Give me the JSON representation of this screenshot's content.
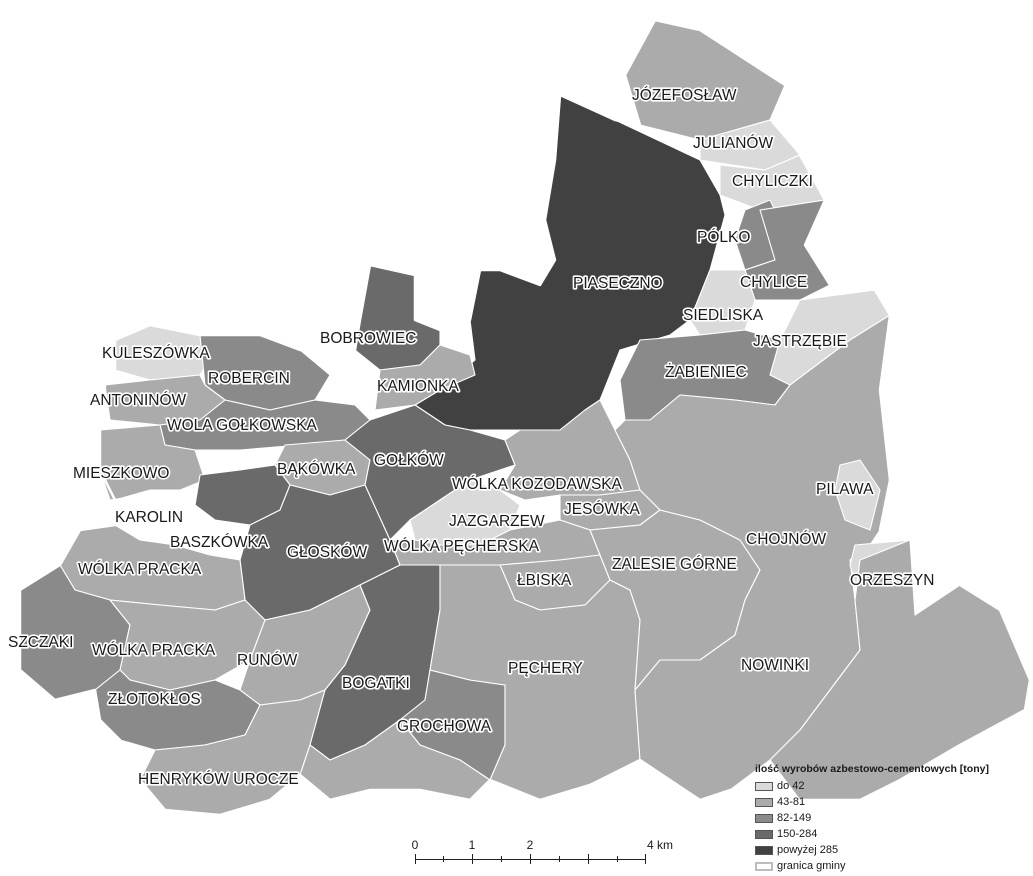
{
  "legend": {
    "title": "ilość wyrobów azbestowo-cementowych [tony]",
    "items": [
      {
        "label": "do 42",
        "color": "#dadada"
      },
      {
        "label": "43-81",
        "color": "#ababab"
      },
      {
        "label": "82-149",
        "color": "#8a8a8a"
      },
      {
        "label": "150-284",
        "color": "#6a6a6a"
      },
      {
        "label": "powyżej 285",
        "color": "#414141"
      }
    ],
    "boundary_label": "granica gminy"
  },
  "scale": {
    "ticks": [
      "0",
      "1",
      "2",
      "4 km"
    ]
  },
  "places": [
    "JÓZEFOSŁAW",
    "JULIANÓW",
    "CHYLICZKI",
    "PÓLKO",
    "PIASECZNO",
    "CHYLICE",
    "SIEDLISKA",
    "JASTRZĘBIE",
    "BOBROWIEC",
    "KULESZÓWKA",
    "KAMIONKA",
    "ROBERCIN",
    "ŻABIENIEC",
    "ANTONINÓW",
    "WOLA GOŁKOWSKA",
    "BĄKÓWKA",
    "GOŁKÓW",
    "MIESZKOWO",
    "WÓLKA KOZODAWSKA",
    "PILAWA",
    "KAROLIN",
    "JESÓWKA",
    "JAZGARZEW",
    "BASZKÓWKA",
    "CHOJNÓW",
    "GŁOSKÓW",
    "WÓLKA PĘCHERSKA",
    "WÓLKA PRACKA",
    "ZALESIE GÓRNE",
    "ORZESZYN",
    "ŁBISKA",
    "SZCZAKI",
    "WÓLKA PRACKA",
    "RUNÓW",
    "PĘCHERY",
    "NOWINKI",
    "BOGATKI",
    "ZŁOTOKŁOS",
    "GROCHOWA",
    "HENRYKÓW UROCZE"
  ]
}
